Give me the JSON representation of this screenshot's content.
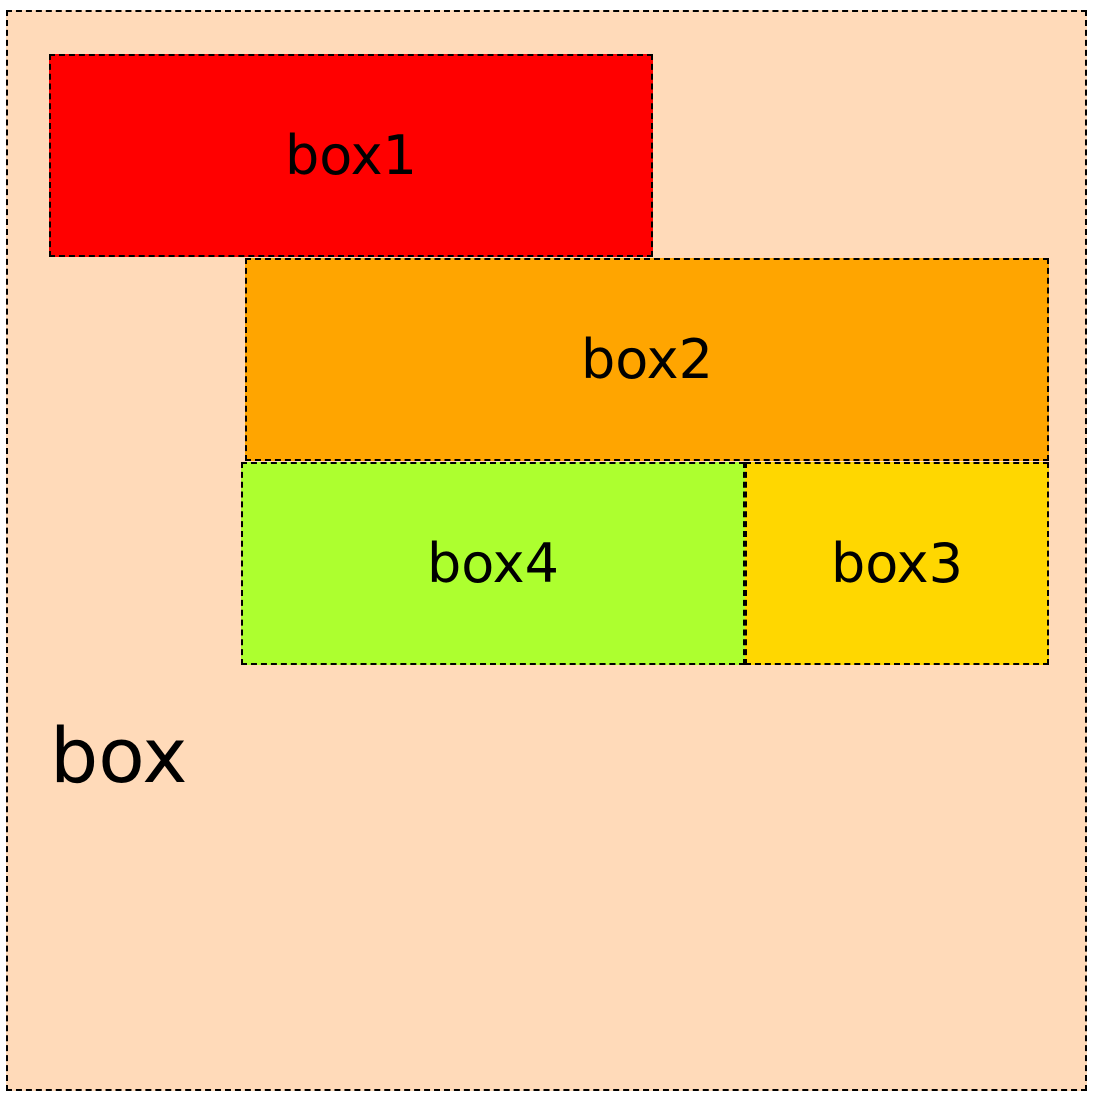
{
  "container": {
    "label": "box",
    "color": "#ffdab9"
  },
  "boxes": [
    {
      "label": "box1",
      "color": "#ff0000"
    },
    {
      "label": "box2",
      "color": "#ffa500"
    },
    {
      "label": "box4",
      "color": "#adff2f"
    },
    {
      "label": "box3",
      "color": "#ffd700"
    }
  ]
}
